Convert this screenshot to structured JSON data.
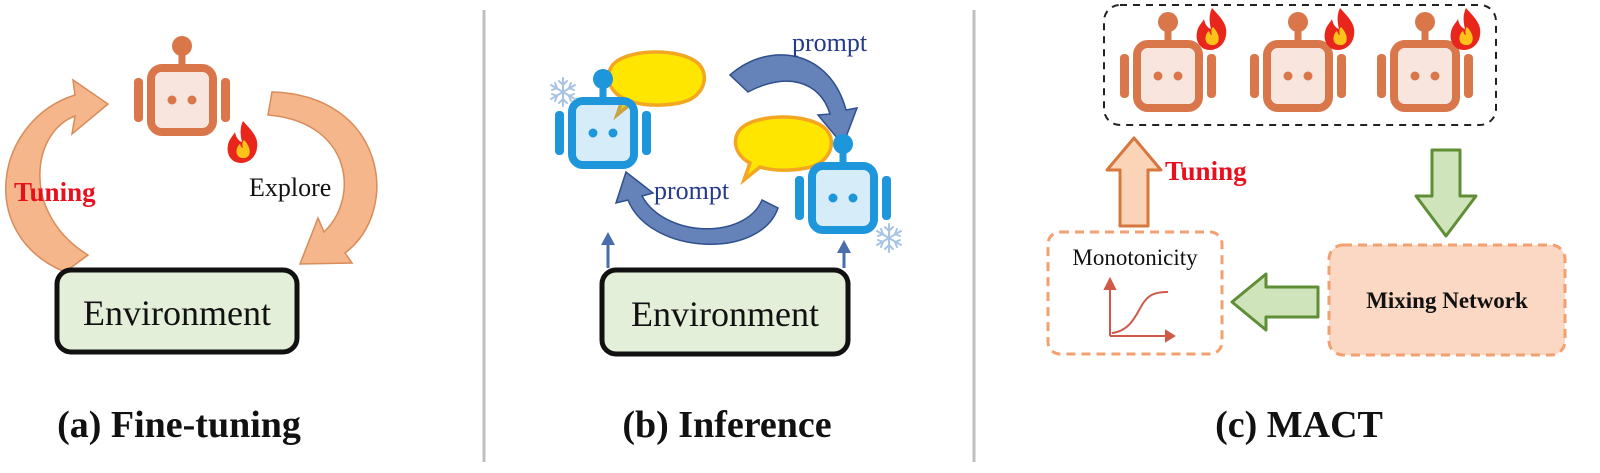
{
  "colors": {
    "agent_tuned": "#d9774a",
    "agent_frozen": "#1e96dc",
    "flame_outer": "#e8261c",
    "flame_inner": "#ffc21a",
    "environment_fill": "#e3efd9",
    "tuning_text": "#e8101c",
    "prompt_text": "#243a8a",
    "prompt_arrow": "#4a6dac",
    "bubble_fill": "#ffe600",
    "bubble_stroke": "#f2a622",
    "cycle_arrow": "#f5b68c",
    "green_arrow": "#a9d18e",
    "mixing_fill": "#fbd8c4",
    "divider": "#bfbfbf"
  },
  "panels": {
    "fine_tuning": {
      "caption": "(a) Fine-tuning",
      "environment": "Environment",
      "tuning": "Tuning",
      "explore": "Explore",
      "agent_icon": "robot-icon",
      "tuned_icon": "flame-icon"
    },
    "inference": {
      "caption": "(b) Inference",
      "environment": "Environment",
      "prompt_top": "prompt",
      "prompt_bottom": "prompt",
      "agent_icon": "robot-icon",
      "frozen_icon": "snowflake-icon",
      "message_icon": "speech-bubble-icon"
    },
    "mact": {
      "caption": "(c) MACT",
      "tuning": "Tuning",
      "monotonicity": "Monotonicity",
      "mixing_network": "Mixing Network",
      "agent_icon": "robot-icon",
      "tuned_icon": "flame-icon"
    }
  }
}
